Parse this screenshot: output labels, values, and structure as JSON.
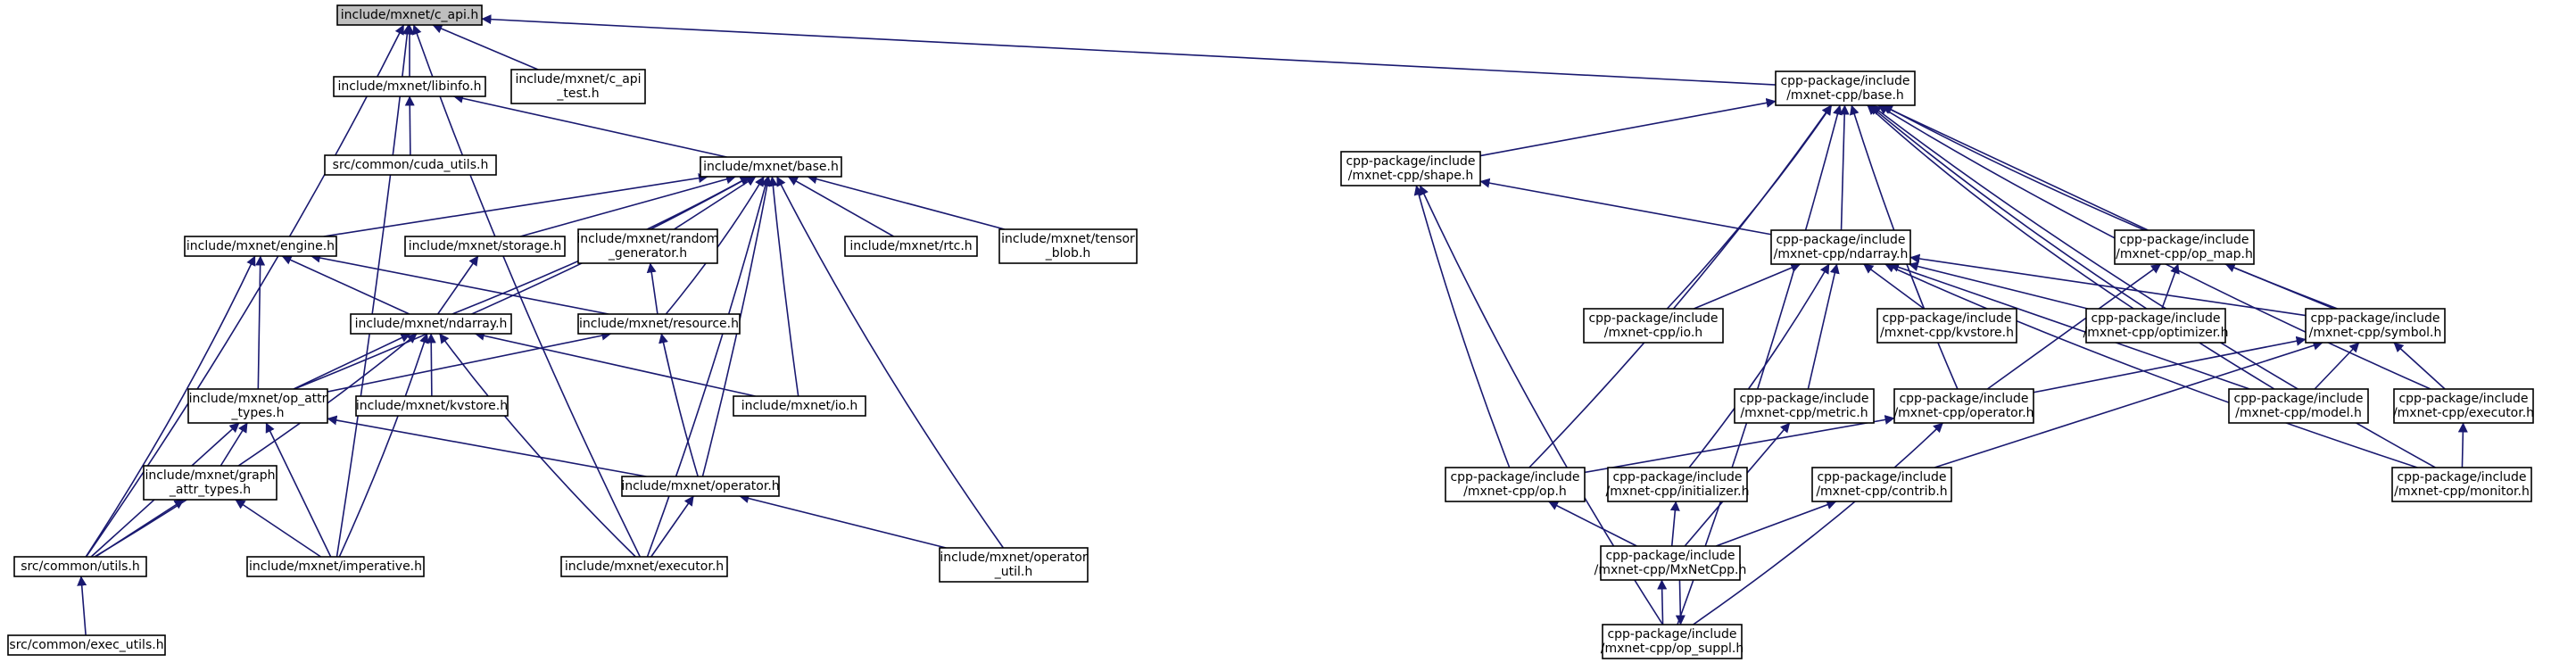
{
  "nodes": [
    {
      "id": "c_api",
      "lines": [
        "include/mxnet/c_api.h"
      ],
      "root": true
    },
    {
      "id": "libinfo",
      "lines": [
        "include/mxnet/libinfo.h"
      ]
    },
    {
      "id": "c_api_test",
      "lines": [
        "include/mxnet/c_api",
        "_test.h"
      ]
    },
    {
      "id": "cuda_utils",
      "lines": [
        "src/common/cuda_utils.h"
      ]
    },
    {
      "id": "base",
      "lines": [
        "include/mxnet/base.h"
      ]
    },
    {
      "id": "engine",
      "lines": [
        "include/mxnet/engine.h"
      ]
    },
    {
      "id": "storage",
      "lines": [
        "include/mxnet/storage.h"
      ]
    },
    {
      "id": "random_generator",
      "lines": [
        "include/mxnet/random",
        "_generator.h"
      ]
    },
    {
      "id": "rtc",
      "lines": [
        "include/mxnet/rtc.h"
      ]
    },
    {
      "id": "tensor_blob",
      "lines": [
        "include/mxnet/tensor",
        "_blob.h"
      ]
    },
    {
      "id": "ndarray",
      "lines": [
        "include/mxnet/ndarray.h"
      ]
    },
    {
      "id": "resource",
      "lines": [
        "include/mxnet/resource.h"
      ]
    },
    {
      "id": "op_attr_types",
      "lines": [
        "include/mxnet/op_attr",
        "_types.h"
      ]
    },
    {
      "id": "kvstore",
      "lines": [
        "include/mxnet/kvstore.h"
      ]
    },
    {
      "id": "io",
      "lines": [
        "include/mxnet/io.h"
      ]
    },
    {
      "id": "graph_attr_types",
      "lines": [
        "include/mxnet/graph",
        "_attr_types.h"
      ]
    },
    {
      "id": "operator",
      "lines": [
        "include/mxnet/operator.h"
      ]
    },
    {
      "id": "utils",
      "lines": [
        "src/common/utils.h"
      ]
    },
    {
      "id": "imperative",
      "lines": [
        "include/mxnet/imperative.h"
      ]
    },
    {
      "id": "executor",
      "lines": [
        "include/mxnet/executor.h"
      ]
    },
    {
      "id": "operator_util",
      "lines": [
        "include/mxnet/operator",
        "_util.h"
      ]
    },
    {
      "id": "exec_utils",
      "lines": [
        "src/common/exec_utils.h"
      ]
    },
    {
      "id": "cpp_base",
      "lines": [
        "cpp-package/include",
        "/mxnet-cpp/base.h"
      ]
    },
    {
      "id": "cpp_shape",
      "lines": [
        "cpp-package/include",
        "/mxnet-cpp/shape.h"
      ]
    },
    {
      "id": "cpp_ndarray",
      "lines": [
        "cpp-package/include",
        "/mxnet-cpp/ndarray.h"
      ]
    },
    {
      "id": "cpp_op_map",
      "lines": [
        "cpp-package/include",
        "/mxnet-cpp/op_map.h"
      ]
    },
    {
      "id": "cpp_io",
      "lines": [
        "cpp-package/include",
        "/mxnet-cpp/io.h"
      ]
    },
    {
      "id": "cpp_kvstore",
      "lines": [
        "cpp-package/include",
        "/mxnet-cpp/kvstore.h"
      ]
    },
    {
      "id": "cpp_optimizer",
      "lines": [
        "cpp-package/include",
        "/mxnet-cpp/optimizer.h"
      ]
    },
    {
      "id": "cpp_symbol",
      "lines": [
        "cpp-package/include",
        "/mxnet-cpp/symbol.h"
      ]
    },
    {
      "id": "cpp_metric",
      "lines": [
        "cpp-package/include",
        "/mxnet-cpp/metric.h"
      ]
    },
    {
      "id": "cpp_operator",
      "lines": [
        "cpp-package/include",
        "/mxnet-cpp/operator.h"
      ]
    },
    {
      "id": "cpp_model",
      "lines": [
        "cpp-package/include",
        "/mxnet-cpp/model.h"
      ]
    },
    {
      "id": "cpp_executor",
      "lines": [
        "cpp-package/include",
        "/mxnet-cpp/executor.h"
      ]
    },
    {
      "id": "cpp_op",
      "lines": [
        "cpp-package/include",
        "/mxnet-cpp/op.h"
      ]
    },
    {
      "id": "cpp_initializer",
      "lines": [
        "cpp-package/include",
        "/mxnet-cpp/initializer.h"
      ]
    },
    {
      "id": "cpp_contrib",
      "lines": [
        "cpp-package/include",
        "/mxnet-cpp/contrib.h"
      ]
    },
    {
      "id": "cpp_monitor",
      "lines": [
        "cpp-package/include",
        "/mxnet-cpp/monitor.h"
      ]
    },
    {
      "id": "cpp_mxnetcpp",
      "lines": [
        "cpp-package/include",
        "/mxnet-cpp/MxNetCpp.h"
      ]
    },
    {
      "id": "cpp_op_suppl",
      "lines": [
        "cpp-package/include",
        "/mxnet-cpp/op_suppl.h"
      ]
    }
  ],
  "edges": [
    [
      "c_api",
      "libinfo"
    ],
    [
      "c_api",
      "c_api_test"
    ],
    [
      "c_api",
      "cpp_base"
    ],
    [
      "c_api",
      "executor"
    ],
    [
      "c_api",
      "imperative"
    ],
    [
      "c_api",
      "utils"
    ],
    [
      "libinfo",
      "cuda_utils"
    ],
    [
      "libinfo",
      "base"
    ],
    [
      "base",
      "engine"
    ],
    [
      "base",
      "storage"
    ],
    [
      "base",
      "random_generator"
    ],
    [
      "base",
      "rtc"
    ],
    [
      "base",
      "tensor_blob"
    ],
    [
      "base",
      "ndarray"
    ],
    [
      "base",
      "resource"
    ],
    [
      "base",
      "io"
    ],
    [
      "base",
      "op_attr_types"
    ],
    [
      "base",
      "operator"
    ],
    [
      "base",
      "executor"
    ],
    [
      "base",
      "operator_util"
    ],
    [
      "engine",
      "ndarray"
    ],
    [
      "engine",
      "resource"
    ],
    [
      "engine",
      "op_attr_types"
    ],
    [
      "engine",
      "utils"
    ],
    [
      "storage",
      "ndarray"
    ],
    [
      "random_generator",
      "resource"
    ],
    [
      "ndarray",
      "op_attr_types"
    ],
    [
      "ndarray",
      "kvstore"
    ],
    [
      "ndarray",
      "io"
    ],
    [
      "ndarray",
      "utils"
    ],
    [
      "ndarray",
      "imperative"
    ],
    [
      "ndarray",
      "executor"
    ],
    [
      "resource",
      "op_attr_types"
    ],
    [
      "resource",
      "operator"
    ],
    [
      "op_attr_types",
      "graph_attr_types"
    ],
    [
      "op_attr_types",
      "operator"
    ],
    [
      "op_attr_types",
      "utils"
    ],
    [
      "op_attr_types",
      "imperative"
    ],
    [
      "graph_attr_types",
      "utils"
    ],
    [
      "graph_attr_types",
      "imperative"
    ],
    [
      "operator",
      "executor"
    ],
    [
      "operator",
      "operator_util"
    ],
    [
      "utils",
      "exec_utils"
    ],
    [
      "cpp_base",
      "cpp_shape"
    ],
    [
      "cpp_base",
      "cpp_ndarray"
    ],
    [
      "cpp_base",
      "cpp_op_map"
    ],
    [
      "cpp_base",
      "cpp_io"
    ],
    [
      "cpp_base",
      "cpp_optimizer"
    ],
    [
      "cpp_base",
      "cpp_symbol"
    ],
    [
      "cpp_base",
      "cpp_operator"
    ],
    [
      "cpp_base",
      "cpp_model"
    ],
    [
      "cpp_base",
      "cpp_executor"
    ],
    [
      "cpp_base",
      "cpp_monitor"
    ],
    [
      "cpp_base",
      "cpp_op"
    ],
    [
      "cpp_base",
      "cpp_op_suppl"
    ],
    [
      "cpp_shape",
      "cpp_ndarray"
    ],
    [
      "cpp_shape",
      "cpp_op"
    ],
    [
      "cpp_shape",
      "cpp_op_suppl"
    ],
    [
      "cpp_ndarray",
      "cpp_io"
    ],
    [
      "cpp_ndarray",
      "cpp_kvstore"
    ],
    [
      "cpp_ndarray",
      "cpp_optimizer"
    ],
    [
      "cpp_ndarray",
      "cpp_symbol"
    ],
    [
      "cpp_ndarray",
      "cpp_metric"
    ],
    [
      "cpp_ndarray",
      "cpp_model"
    ],
    [
      "cpp_ndarray",
      "cpp_initializer"
    ],
    [
      "cpp_ndarray",
      "cpp_monitor"
    ],
    [
      "cpp_op_map",
      "cpp_optimizer"
    ],
    [
      "cpp_op_map",
      "cpp_symbol"
    ],
    [
      "cpp_op_map",
      "cpp_operator"
    ],
    [
      "cpp_symbol",
      "cpp_operator"
    ],
    [
      "cpp_symbol",
      "cpp_model"
    ],
    [
      "cpp_symbol",
      "cpp_executor"
    ],
    [
      "cpp_symbol",
      "cpp_contrib"
    ],
    [
      "cpp_operator",
      "cpp_op"
    ],
    [
      "cpp_operator",
      "cpp_op_suppl"
    ],
    [
      "cpp_executor",
      "cpp_monitor"
    ],
    [
      "cpp_metric",
      "cpp_mxnetcpp"
    ],
    [
      "cpp_op",
      "cpp_mxnetcpp"
    ],
    [
      "cpp_initializer",
      "cpp_mxnetcpp"
    ],
    [
      "cpp_contrib",
      "cpp_mxnetcpp"
    ],
    [
      "cpp_mxnetcpp",
      "cpp_op_suppl"
    ],
    [
      "cpp_op_suppl",
      "cpp_mxnetcpp"
    ]
  ]
}
